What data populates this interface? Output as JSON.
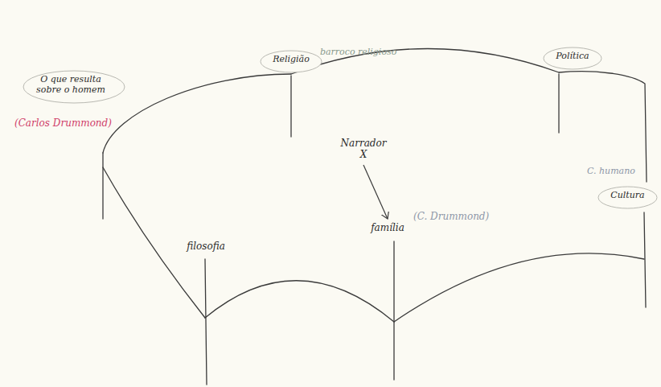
{
  "diagram": {
    "nodes": [
      {
        "text": [
          "O que resulta sobre o homem"
        ]
      },
      {
        "text": [
          "Religião"
        ]
      },
      {
        "text": [
          "Política"
        ]
      },
      {
        "text": [
          "Narrador",
          "X"
        ]
      },
      {
        "text": [
          "Cultura"
        ]
      },
      {
        "text": [
          "filosofia"
        ]
      },
      {
        "text": [
          "família"
        ]
      }
    ],
    "edges": [
      {
        "from": 3,
        "to": 6,
        "arrow": "to"
      }
    ],
    "labels": [
      "(Carlos Drummond)",
      "barroco religioso",
      "(C. Drummond)",
      "C. humano"
    ]
  }
}
